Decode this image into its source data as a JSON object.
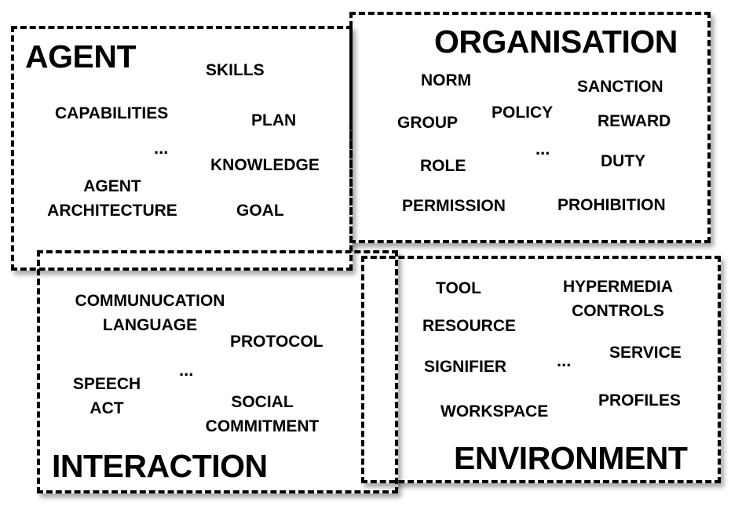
{
  "agent": {
    "title": "AGENT",
    "skills": "SKILLS",
    "capabilities": "CAPABILITIES",
    "plan": "PLAN",
    "ellipsis": "...",
    "knowledge": "KNOWLEDGE",
    "architecture_line1": "AGENT",
    "architecture_line2": "ARCHITECTURE",
    "goal": "GOAL"
  },
  "organisation": {
    "title": "ORGANISATION",
    "norm": "NORM",
    "sanction": "SANCTION",
    "group": "GROUP",
    "policy": "POLICY",
    "reward": "REWARD",
    "ellipsis": "...",
    "role": "ROLE",
    "duty": "DUTY",
    "permission": "PERMISSION",
    "prohibition": "PROHIBITION"
  },
  "interaction": {
    "title": "INTERACTION",
    "communication_line1": "COMMUNUCATION",
    "communication_line2": "LANGUAGE",
    "protocol": "PROTOCOL",
    "ellipsis": "...",
    "speech_act_line1": "SPEECH",
    "speech_act_line2": "ACT",
    "social_commitment_line1": "SOCIAL",
    "social_commitment_line2": "COMMITMENT"
  },
  "environment": {
    "title": "ENVIRONMENT",
    "tool": "TOOL",
    "hypermedia_line1": "HYPERMEDIA",
    "hypermedia_line2": "CONTROLS",
    "resource": "RESOURCE",
    "service": "SERVICE",
    "signifier": "SIGNIFIER",
    "ellipsis": "...",
    "profiles": "PROFILES",
    "workspace": "WORKSPACE"
  }
}
